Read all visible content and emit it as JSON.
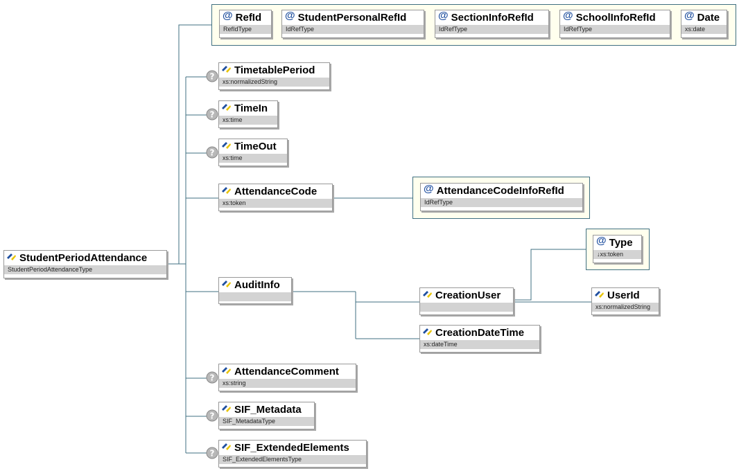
{
  "root": {
    "name": "StudentPeriodAttendance",
    "type": "StudentPeriodAttendanceType"
  },
  "attributes": [
    {
      "name": "RefId",
      "type": "RefIdType"
    },
    {
      "name": "StudentPersonalRefId",
      "type": "IdRefType"
    },
    {
      "name": "SectionInfoRefId",
      "type": "IdRefType"
    },
    {
      "name": "SchoolInfoRefId",
      "type": "IdRefType"
    },
    {
      "name": "Date",
      "type": "xs:date"
    }
  ],
  "elements": {
    "timetable_period": {
      "name": "TimetablePeriod",
      "type": "xs:normalizedString",
      "optional": true
    },
    "time_in": {
      "name": "TimeIn",
      "type": "xs:time",
      "optional": true
    },
    "time_out": {
      "name": "TimeOut",
      "type": "xs:time",
      "optional": true
    },
    "attendance_code": {
      "name": "AttendanceCode",
      "type": "xs:token",
      "optional": false
    },
    "attendance_code_info_ref_id": {
      "name": "AttendanceCodeInfoRefId",
      "type": "IdRefType"
    },
    "audit_info": {
      "name": "AuditInfo",
      "type": "",
      "optional": false
    },
    "creation_user": {
      "name": "CreationUser",
      "type": ""
    },
    "creation_user_type_attr": {
      "name": "Type",
      "type": "↓xs:token"
    },
    "user_id": {
      "name": "UserId",
      "type": "xs:normalizedString"
    },
    "creation_date_time": {
      "name": "CreationDateTime",
      "type": "xs:dateTime"
    },
    "attendance_comment": {
      "name": "AttendanceComment",
      "type": "xs:string",
      "optional": true
    },
    "sif_metadata": {
      "name": "SIF_Metadata",
      "type": "SIF_MetadataType",
      "optional": true
    },
    "sif_extended_elements": {
      "name": "SIF_ExtendedElements",
      "type": "SIF_ExtendedElementsType",
      "optional": true
    }
  },
  "icons": {
    "attribute": "at-sign-icon",
    "element": "element-icon",
    "optional": "question-mark-icon"
  },
  "colors": {
    "line": "#3f6f80",
    "group_bg": "#ffffee",
    "type_bar": "#d3d3d3",
    "at_icon": "#1f4f9f"
  }
}
